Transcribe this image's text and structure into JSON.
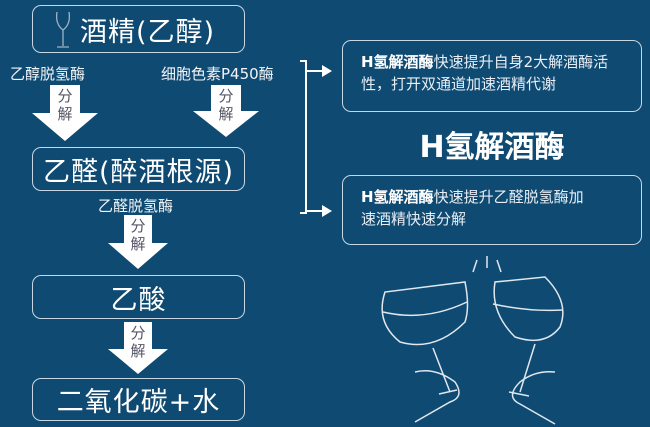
{
  "flow": {
    "ethanol": "酒精(乙醇)",
    "enzyme_adh": "乙醇脱氢酶",
    "enzyme_p450": "细胞色素P450酶",
    "decompose_1": "分",
    "decompose_2": "解",
    "acetaldehyde": "乙醛(醉酒根源)",
    "enzyme_aldh": "乙醛脱氢酶",
    "acetic_acid": "乙酸",
    "final": "二氧化碳+水"
  },
  "right": {
    "title": "H氢解酒酶",
    "box1_brand": "H氢解酒酶",
    "box1_text": "快速提升自身2大解酒酶活性，打开双通道加速酒精代谢",
    "box2_brand": "H氢解酒酶",
    "box2_text": "快速提升乙醛脱氢酶加速酒精快速分解"
  }
}
